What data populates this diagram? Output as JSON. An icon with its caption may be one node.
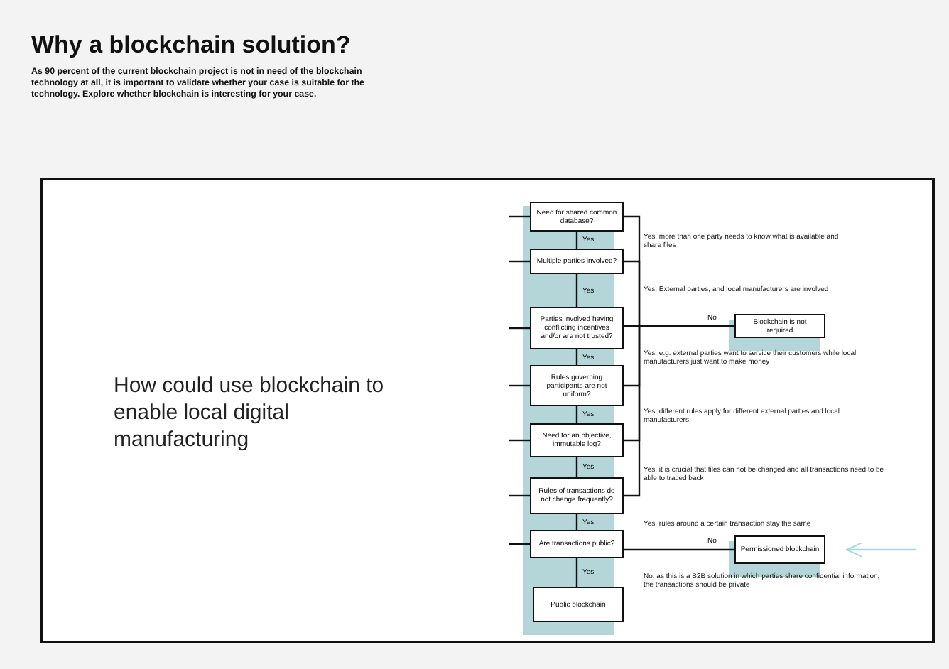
{
  "diagram": {
    "title": "Why a blockchain solution?",
    "nodes": [
      {
        "text": [
          "Need for shared common database?"
        ]
      },
      {
        "text": [
          "Multiple parties involved?"
        ]
      },
      {
        "text": [
          "Parties involved having conflicting incentives and/or are not trusted?"
        ]
      },
      {
        "text": [
          "Rules governing participants are not uniform?"
        ]
      },
      {
        "text": [
          "Need for an objective, immutable log?"
        ]
      },
      {
        "text": [
          "Rules of transactions do not change frequently?"
        ]
      },
      {
        "text": [
          "Are transactions public?"
        ]
      },
      {
        "text": [
          "Public blockchain"
        ]
      },
      {
        "text": [
          "Blockchain is not required"
        ]
      },
      {
        "text": [
          "Permissioned blockchain"
        ]
      }
    ],
    "edges": [
      {
        "from": 0,
        "to": 1,
        "arrow": "none",
        "label": "Yes"
      },
      {
        "from": 1,
        "to": 2,
        "arrow": "none",
        "label": "Yes"
      },
      {
        "from": 2,
        "to": 3,
        "arrow": "none",
        "label": "Yes"
      },
      {
        "from": 3,
        "to": 4,
        "arrow": "none",
        "label": "Yes"
      },
      {
        "from": 4,
        "to": 5,
        "arrow": "none",
        "label": "Yes"
      },
      {
        "from": 5,
        "to": 6,
        "arrow": "none",
        "label": "Yes"
      },
      {
        "from": 6,
        "to": 7,
        "arrow": "none",
        "label": "Yes"
      },
      {
        "from": 0,
        "to": 8,
        "arrow": "none"
      },
      {
        "from": 1,
        "to": 8,
        "arrow": "none"
      },
      {
        "from": 2,
        "to": 8,
        "arrow": "none",
        "label": "No"
      },
      {
        "from": 3,
        "to": 8,
        "arrow": "none"
      },
      {
        "from": 4,
        "to": 8,
        "arrow": "none"
      },
      {
        "from": 5,
        "to": 8,
        "arrow": "none"
      },
      {
        "from": 6,
        "to": 9,
        "arrow": "none",
        "label": "No"
      },
      {
        "from": null,
        "to": 0,
        "arrow": "none"
      },
      {
        "from": null,
        "to": 1,
        "arrow": "none"
      },
      {
        "from": null,
        "to": 2,
        "arrow": "none"
      },
      {
        "from": null,
        "to": 3,
        "arrow": "none"
      },
      {
        "from": null,
        "to": 4,
        "arrow": "none"
      },
      {
        "from": null,
        "to": 5,
        "arrow": "none"
      },
      {
        "from": null,
        "to": 6,
        "arrow": "none"
      },
      {
        "from": null,
        "to": 9,
        "arrow": "to",
        "color": "#a8d8dc"
      }
    ],
    "labels": [
      "As 90 percent of the current blockchain project is not in need of the blockchain technology at all, it is important to validate whether your case is suitable for the technology. Explore whether blockchain is interesting for your case.",
      "How could use blockchain to enable local digital manufacturing",
      "Yes, more than one party needs to know what is available and share files",
      "Yes, External parties, and local manufacturers are involved",
      "Yes, e.g. external parties want to service their customers while local manufacturers just want to make money",
      "Yes, different rules apply for different external parties and local manufacturers",
      "Yes, it is crucial that files can not be changed and all transactions need to be able to traced back",
      "Yes, rules around a certain transaction stay the same",
      "No, as this is a B2B solution in which parties share confidential information, the transactions should be private"
    ]
  }
}
